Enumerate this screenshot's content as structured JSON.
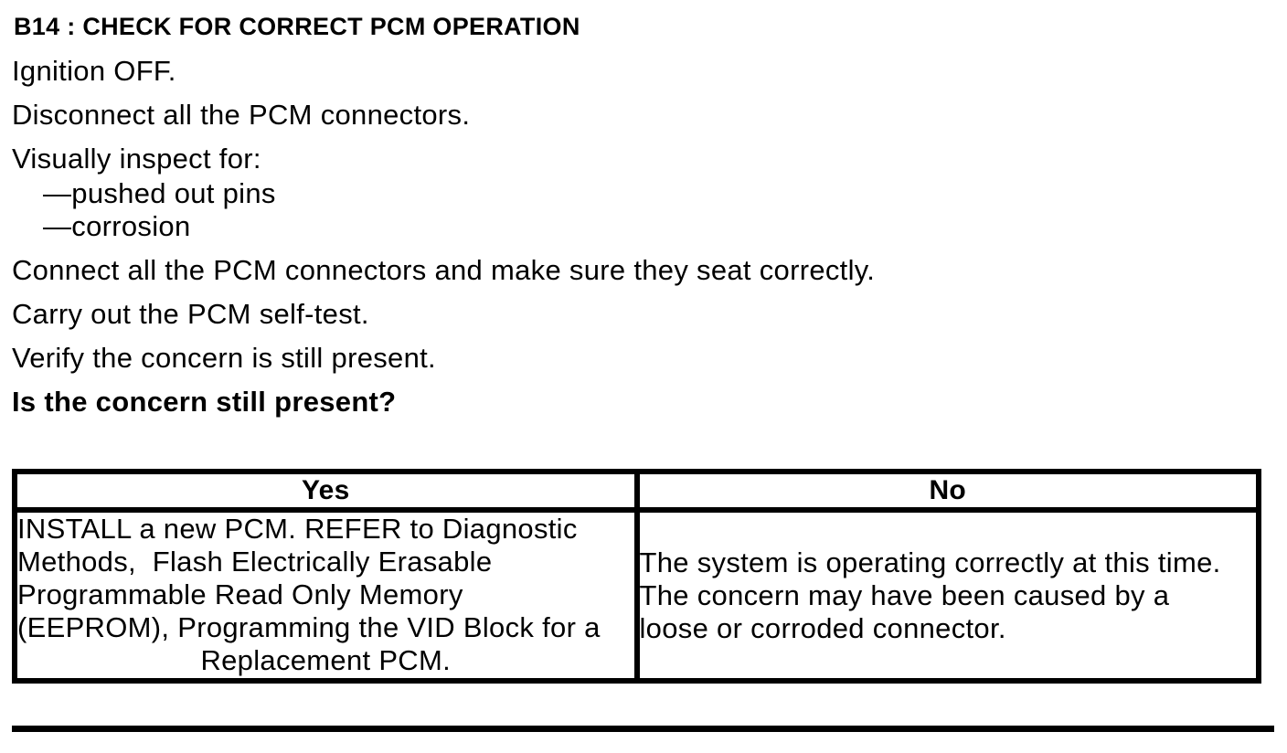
{
  "procedure": {
    "heading": "B14 : CHECK FOR CORRECT PCM OPERATION",
    "steps": [
      "Ignition OFF.",
      "Disconnect all the PCM connectors.",
      "Visually inspect for:",
      "—pushed out pins",
      "—corrosion",
      "Connect all the PCM connectors and make sure they seat correctly.",
      "Carry out the PCM self-test.",
      "Verify the concern is still present."
    ],
    "question": "Is the concern still present?"
  },
  "decision_table": {
    "yes_header": "Yes",
    "no_header": "No",
    "yes_action_lines": [
      "INSTALL a new PCM. REFER to Diagnostic",
      "Methods,  Flash Electrically Erasable",
      "Programmable Read Only Memory",
      "(EEPROM), Programming the VID Block for a",
      "Replacement PCM."
    ],
    "no_result_lines": [
      "The system is operating correctly at this time.",
      "The concern may have been caused by a",
      "loose or corroded connector."
    ]
  },
  "colors": {
    "text": "#000000",
    "background": "#ffffff",
    "border": "#000000"
  }
}
